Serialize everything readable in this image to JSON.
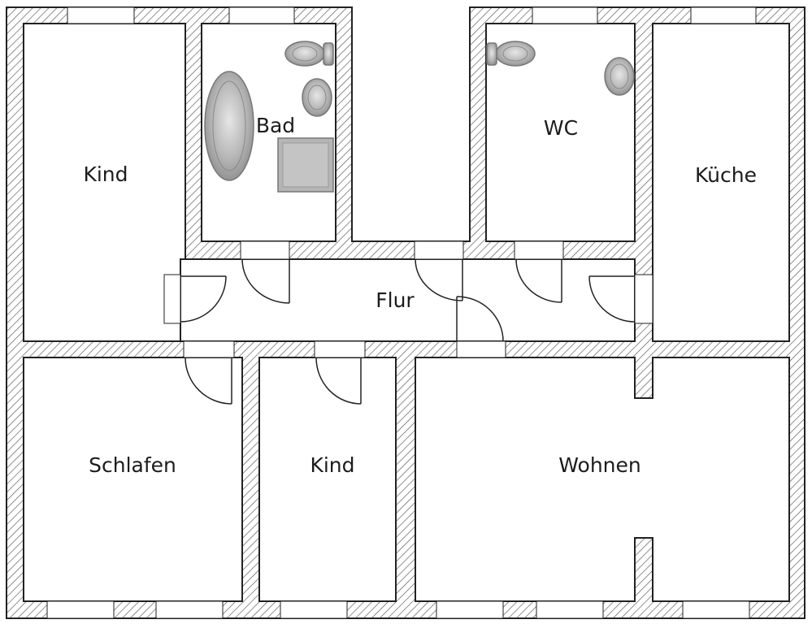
{
  "rooms": {
    "kind_top": "Kind",
    "bad": "Bad",
    "wc": "WC",
    "kueche": "Küche",
    "flur": "Flur",
    "schlafen": "Schlafen",
    "kind_bottom": "Kind",
    "wohnen": "Wohnen"
  },
  "colors": {
    "wall_hatch": "#555555",
    "fixture_fill": "#b5b5b5",
    "fixture_stroke": "#777777",
    "line": "#222222"
  },
  "icons": [
    "toilet-icon",
    "washbasin-icon",
    "bathtub-icon",
    "shower-icon"
  ]
}
